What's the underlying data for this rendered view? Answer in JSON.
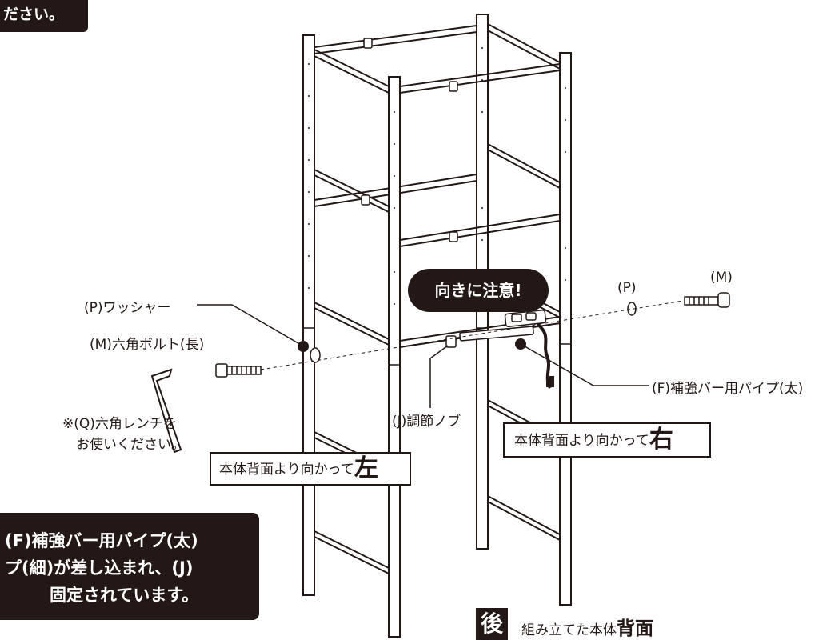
{
  "header": {
    "banner_fragment": "ださい。"
  },
  "labels": {
    "washer": "(P)ワッシャー",
    "hex_bolt": "(M)六角ボルト(長)",
    "hex_wrench_line1": "※(Q)六角レンチを",
    "hex_wrench_line2": "お使いください。",
    "adjust_knob": "(J)調節ノブ",
    "reinforce_pipe": "(F)補強バー用パイプ(太)",
    "washer_short": "(P)",
    "bolt_short": "(M)"
  },
  "callout": {
    "caution": "向きに注意!"
  },
  "orientation": {
    "left_text": "本体背面より向かって",
    "left_emph": "左",
    "right_text": "本体背面より向かって",
    "right_emph": "右"
  },
  "note": {
    "line1": "(F)補強バー用パイプ(太)",
    "line2": "プ(細)が差し込まれ、(J)",
    "line3": "固定されています。"
  },
  "footer": {
    "badge": "後",
    "caption_text": "組み立てた本体",
    "caption_emph": "背面"
  },
  "colors": {
    "ink": "#231815",
    "paper": "#ffffff"
  },
  "icons": [
    "hex-bolt-icon",
    "washer-icon",
    "hex-wrench-icon",
    "adjust-knob-icon",
    "power-outlet-icon",
    "power-cord-icon"
  ]
}
